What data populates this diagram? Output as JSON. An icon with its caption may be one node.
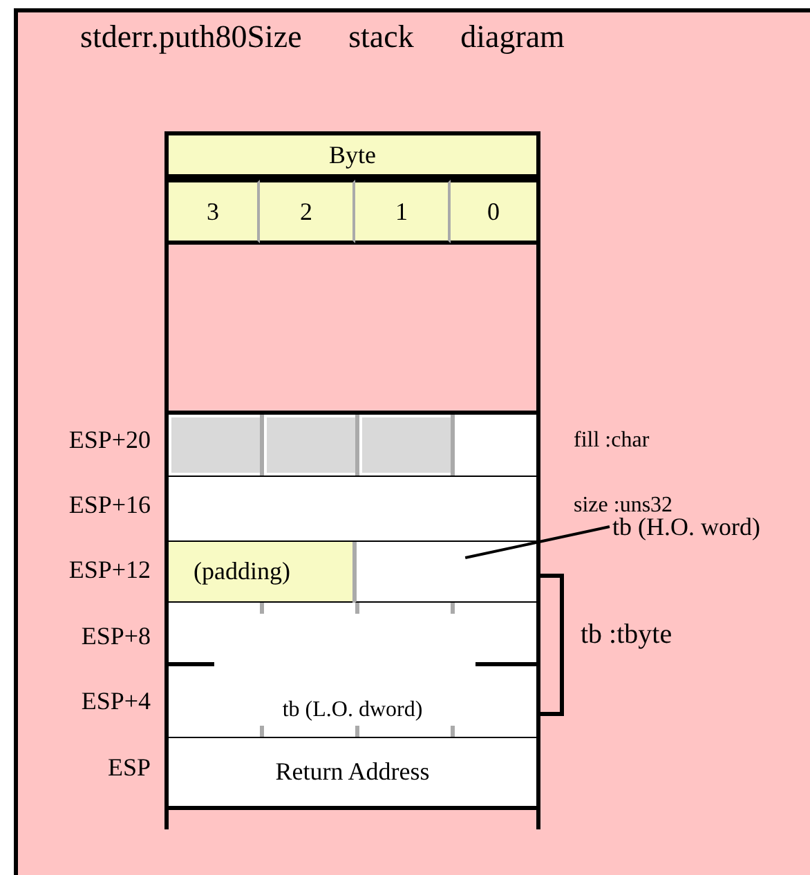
{
  "diagram": {
    "title": "stderr.puth80Size stack diagram",
    "nodes": [
      {
        "text": [
          "Byte"
        ]
      },
      {
        "text": [
          "3"
        ]
      },
      {
        "text": [
          "2"
        ]
      },
      {
        "text": [
          "1"
        ]
      },
      {
        "text": [
          "0"
        ]
      },
      {
        "text": [],
        "shape": "box",
        "beside": [
          "ESP+20",
          "fill :char"
        ]
      },
      {
        "text": [],
        "shape": "box",
        "beside": [
          "ESP+16"
        ]
      },
      {
        "text": [
          "(padding)"
        ],
        "beside": [
          "ESP+12"
        ]
      },
      {
        "text": [],
        "shape": "box"
      },
      {
        "text": [
          "tb (L.O. dword)"
        ],
        "beside": [
          "ESP+8",
          "ESP+4"
        ]
      },
      {
        "text": [
          "Return Address"
        ],
        "beside": [
          "ESP"
        ]
      },
      {
        "text": [
          "tb (H.O. word)"
        ]
      },
      {
        "text": [],
        "shape": "bracket"
      }
    ],
    "edges": [
      {
        "from": 11,
        "to": 8,
        "arrow": "none"
      }
    ],
    "labels": [
      "size :uns32",
      "tb :tbyte"
    ]
  }
}
